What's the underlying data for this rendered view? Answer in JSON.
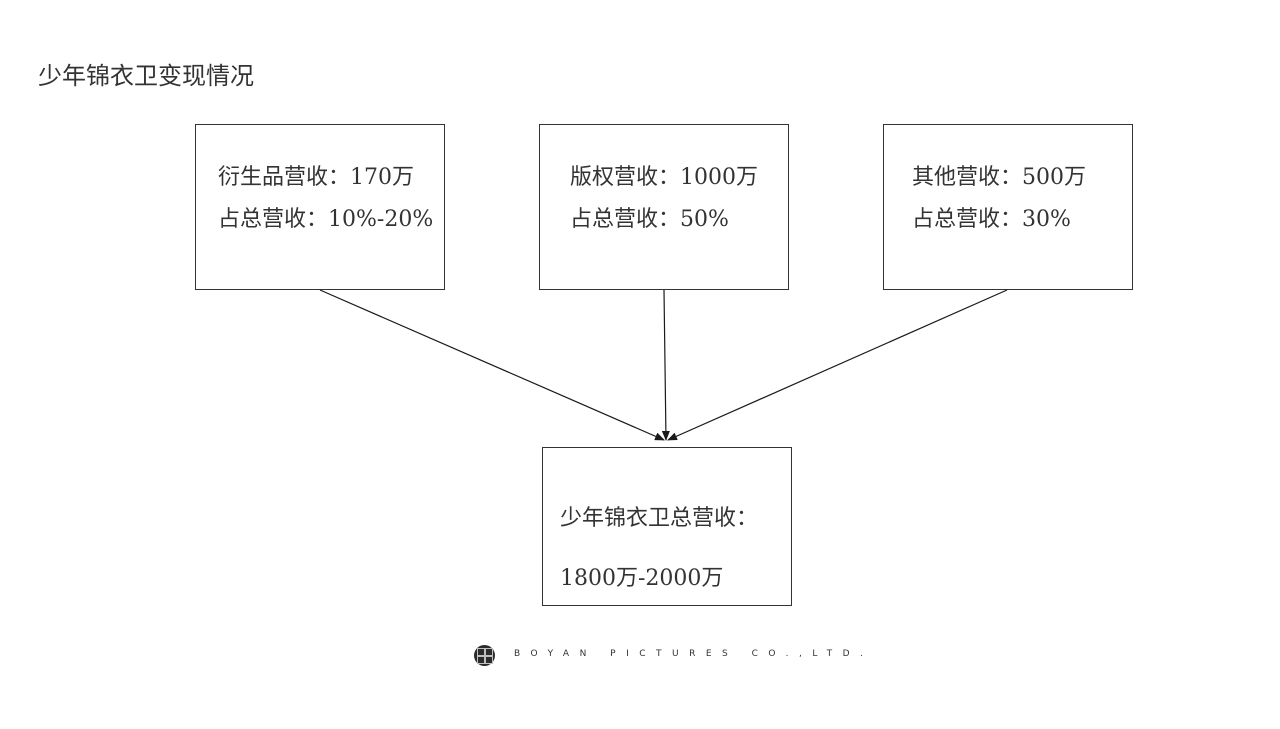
{
  "title": "少年锦衣卫变现情况",
  "boxes": {
    "derivatives": {
      "line1": "衍生品营收：170万",
      "line2": "占总营收：10%-20%"
    },
    "copyright": {
      "line1": "版权营收：1000万",
      "line2": "占总营收：50%"
    },
    "other": {
      "line1": "其他营收：500万",
      "line2": "占总营收：30%"
    },
    "total": {
      "line1": "少年锦衣卫总营收：",
      "line2": "1800万-2000万"
    }
  },
  "footer": {
    "company": "BOYAN PICTURES CO.,LTD."
  },
  "colors": {
    "text": "#333333",
    "border": "#333333",
    "arrow": "#1a1a1a",
    "logo": "#2b2b2b"
  }
}
